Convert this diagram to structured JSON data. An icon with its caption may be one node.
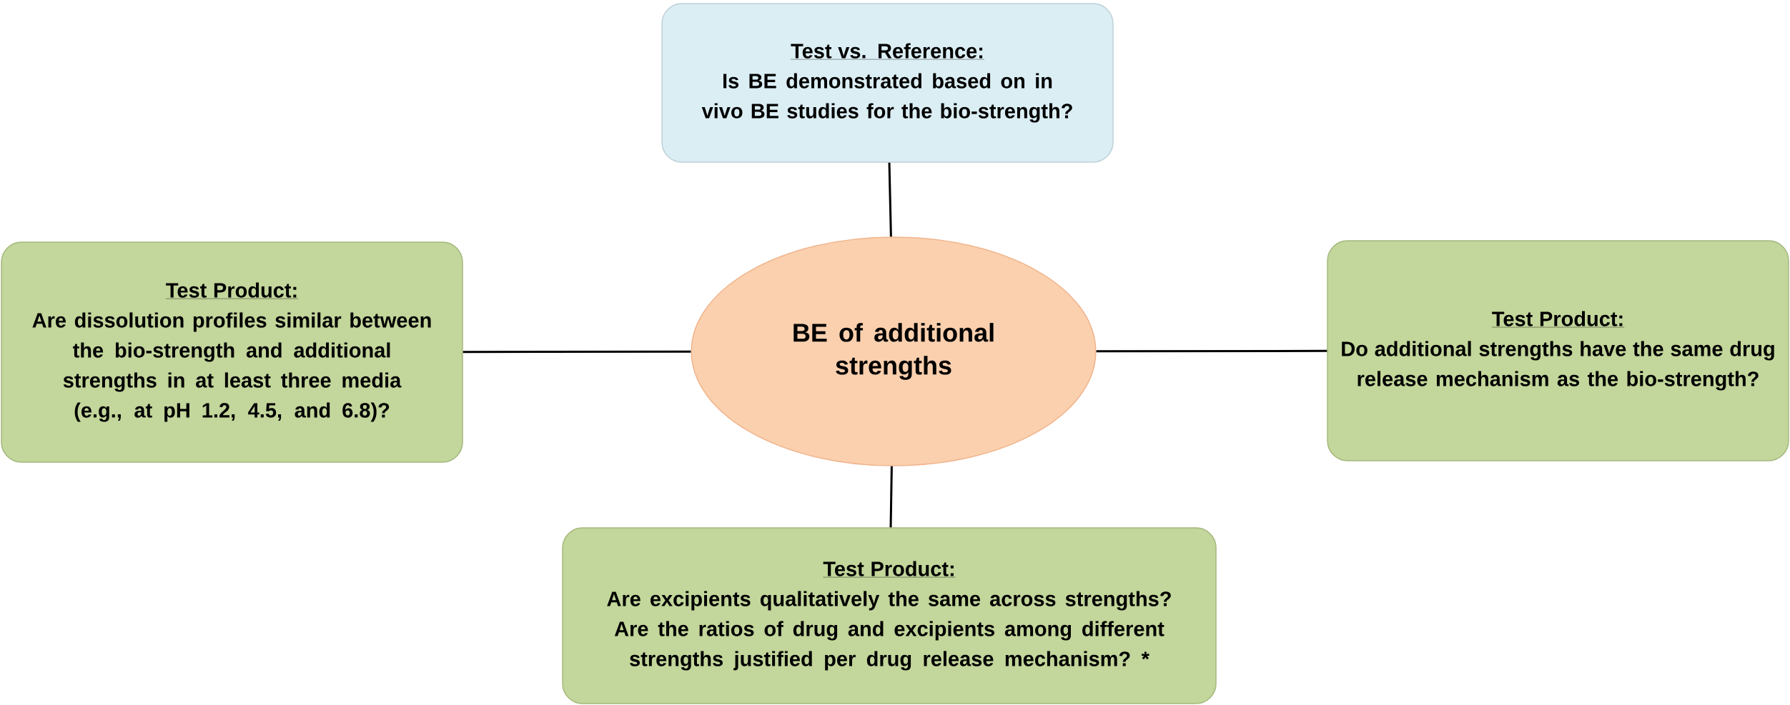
{
  "diagram": {
    "nodes": [
      {
        "text": [
          "Test vs. Reference:",
          "Is BE demonstrated based on in vivo BE studies for the bio-strength?"
        ]
      },
      {
        "text": [
          "Test Product:",
          "Are dissolution profiles similar between the bio-strength and additional strengths in at least three media (e.g., at pH 1.2, 4.5, and 6.8)?"
        ]
      },
      {
        "text": [
          "BE of additional strengths"
        ]
      },
      {
        "text": [
          "Test Product:",
          "Do additional strengths have the same drug release mechanism as the bio-strength?"
        ]
      },
      {
        "text": [
          "Test Product:",
          "Are excipients qualitatively the same across strengths?  Are the ratios of drug and excipients among different strengths justified per drug release mechanism? *"
        ]
      }
    ],
    "edges": [
      {
        "from": 2,
        "to": 0,
        "arrow": "none"
      },
      {
        "from": 2,
        "to": 1,
        "arrow": "none"
      },
      {
        "from": 2,
        "to": 3,
        "arrow": "none"
      },
      {
        "from": 2,
        "to": 4,
        "arrow": "none"
      }
    ]
  }
}
